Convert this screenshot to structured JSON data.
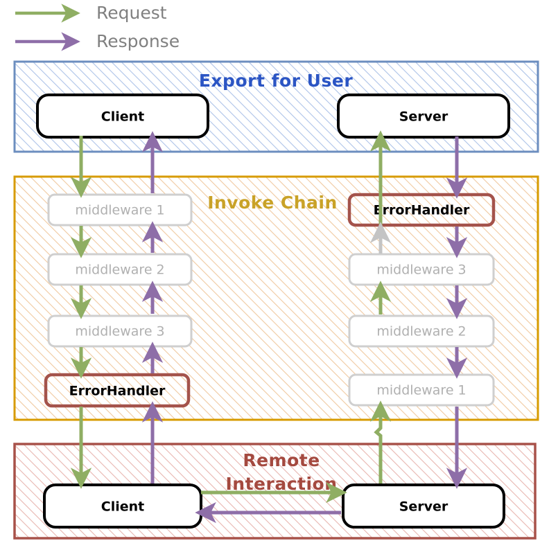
{
  "legend": {
    "items": [
      {
        "label": "Request",
        "color": "#8FAE63",
        "icon": "arrow-right-icon"
      },
      {
        "label": "Response",
        "color": "#8E6EA8",
        "icon": "arrow-right-icon"
      }
    ]
  },
  "colors": {
    "request_green": "#8FAE63",
    "response_purple": "#8E6EA8",
    "faded_gray": "#c4c4c4",
    "export_border": "#6C8EBF",
    "export_title": "#2B55C4",
    "export_hatch": "#adc3e8",
    "invoke_border": "#D79B00",
    "invoke_title": "#C9A227",
    "invoke_hatch": "#f0c9a0",
    "remote_border": "#A8524A",
    "remote_title": "#A4493F",
    "remote_hatch": "#e8b6b0",
    "node_border": "#000000",
    "node_fill": "#ffffff",
    "middleware_border": "#cfcfcf",
    "middleware_text": "#b0b0b0",
    "errorhandler_border": "#A4534B",
    "errorhandler_text": "#000000"
  },
  "panels": [
    {
      "id": "export-for-user",
      "title": "Export for User"
    },
    {
      "id": "invoke-chain",
      "title": "Invoke Chain"
    },
    {
      "id": "remote-interaction",
      "title": "Remote Interaction",
      "title_lines": [
        "Remote",
        "Interaction"
      ]
    }
  ],
  "nodes": {
    "export_client": "Client",
    "export_server": "Server",
    "chain_left": [
      "middleware 1",
      "middleware 2",
      "middleware 3",
      "ErrorHandler"
    ],
    "chain_right": [
      "ErrorHandler",
      "middleware 3",
      "middleware 2",
      "middleware 1"
    ],
    "remote_client": "Client",
    "remote_server": "Server"
  },
  "flow": {
    "request_order": [
      "Client",
      "middleware 1",
      "middleware 2",
      "middleware 3",
      "ErrorHandler",
      "Client(remote)",
      "Server(remote)",
      "middleware 1",
      "middleware 2",
      "middleware 3",
      "ErrorHandler",
      "Server"
    ],
    "response_order": [
      "Server",
      "ErrorHandler",
      "middleware 3",
      "middleware 2",
      "middleware 1",
      "Server(remote)",
      "Client(remote)",
      "ErrorHandler",
      "middleware 3",
      "middleware 2",
      "middleware 1",
      "Client"
    ]
  }
}
